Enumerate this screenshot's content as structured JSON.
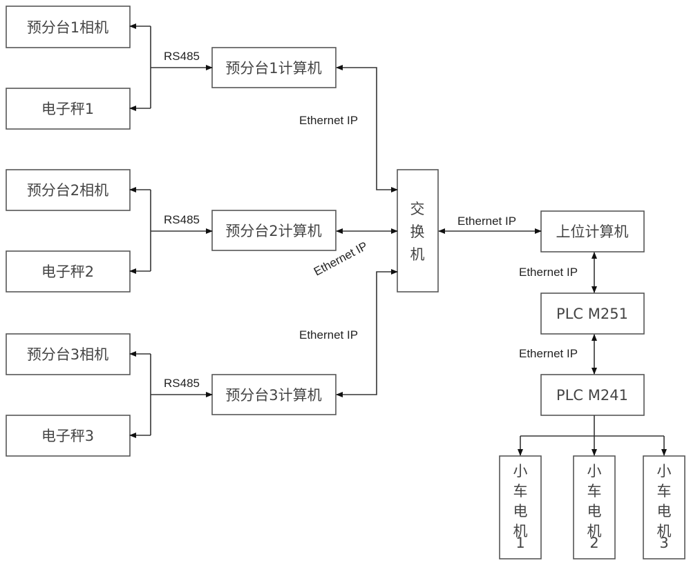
{
  "nodes": {
    "cam1": "预分台1相机",
    "scale1": "电子秤1",
    "pc1": "预分台1计算机",
    "cam2": "预分台2相机",
    "scale2": "电子秤2",
    "pc2": "预分台2计算机",
    "cam3": "预分台3相机",
    "scale3": "电子秤3",
    "pc3": "预分台3计算机",
    "switch": [
      "交",
      "换",
      "机"
    ],
    "host": "上位计算机",
    "plc251": "PLC M251",
    "plc241": "PLC M241",
    "motor1": [
      "小",
      "车",
      "电",
      "机",
      "1"
    ],
    "motor2": [
      "小",
      "车",
      "电",
      "机",
      "2"
    ],
    "motor3": [
      "小",
      "车",
      "电",
      "机",
      "3"
    ]
  },
  "edge_labels": {
    "rs485_1": "RS485",
    "rs485_2": "RS485",
    "rs485_3": "RS485",
    "eth_pc1": "Ethernet IP",
    "eth_pc2": "Ethernet IP",
    "eth_pc3": "Ethernet IP",
    "eth_host": "Ethernet IP",
    "eth_plc251": "Ethernet IP",
    "eth_plc241": "Ethernet IP"
  }
}
